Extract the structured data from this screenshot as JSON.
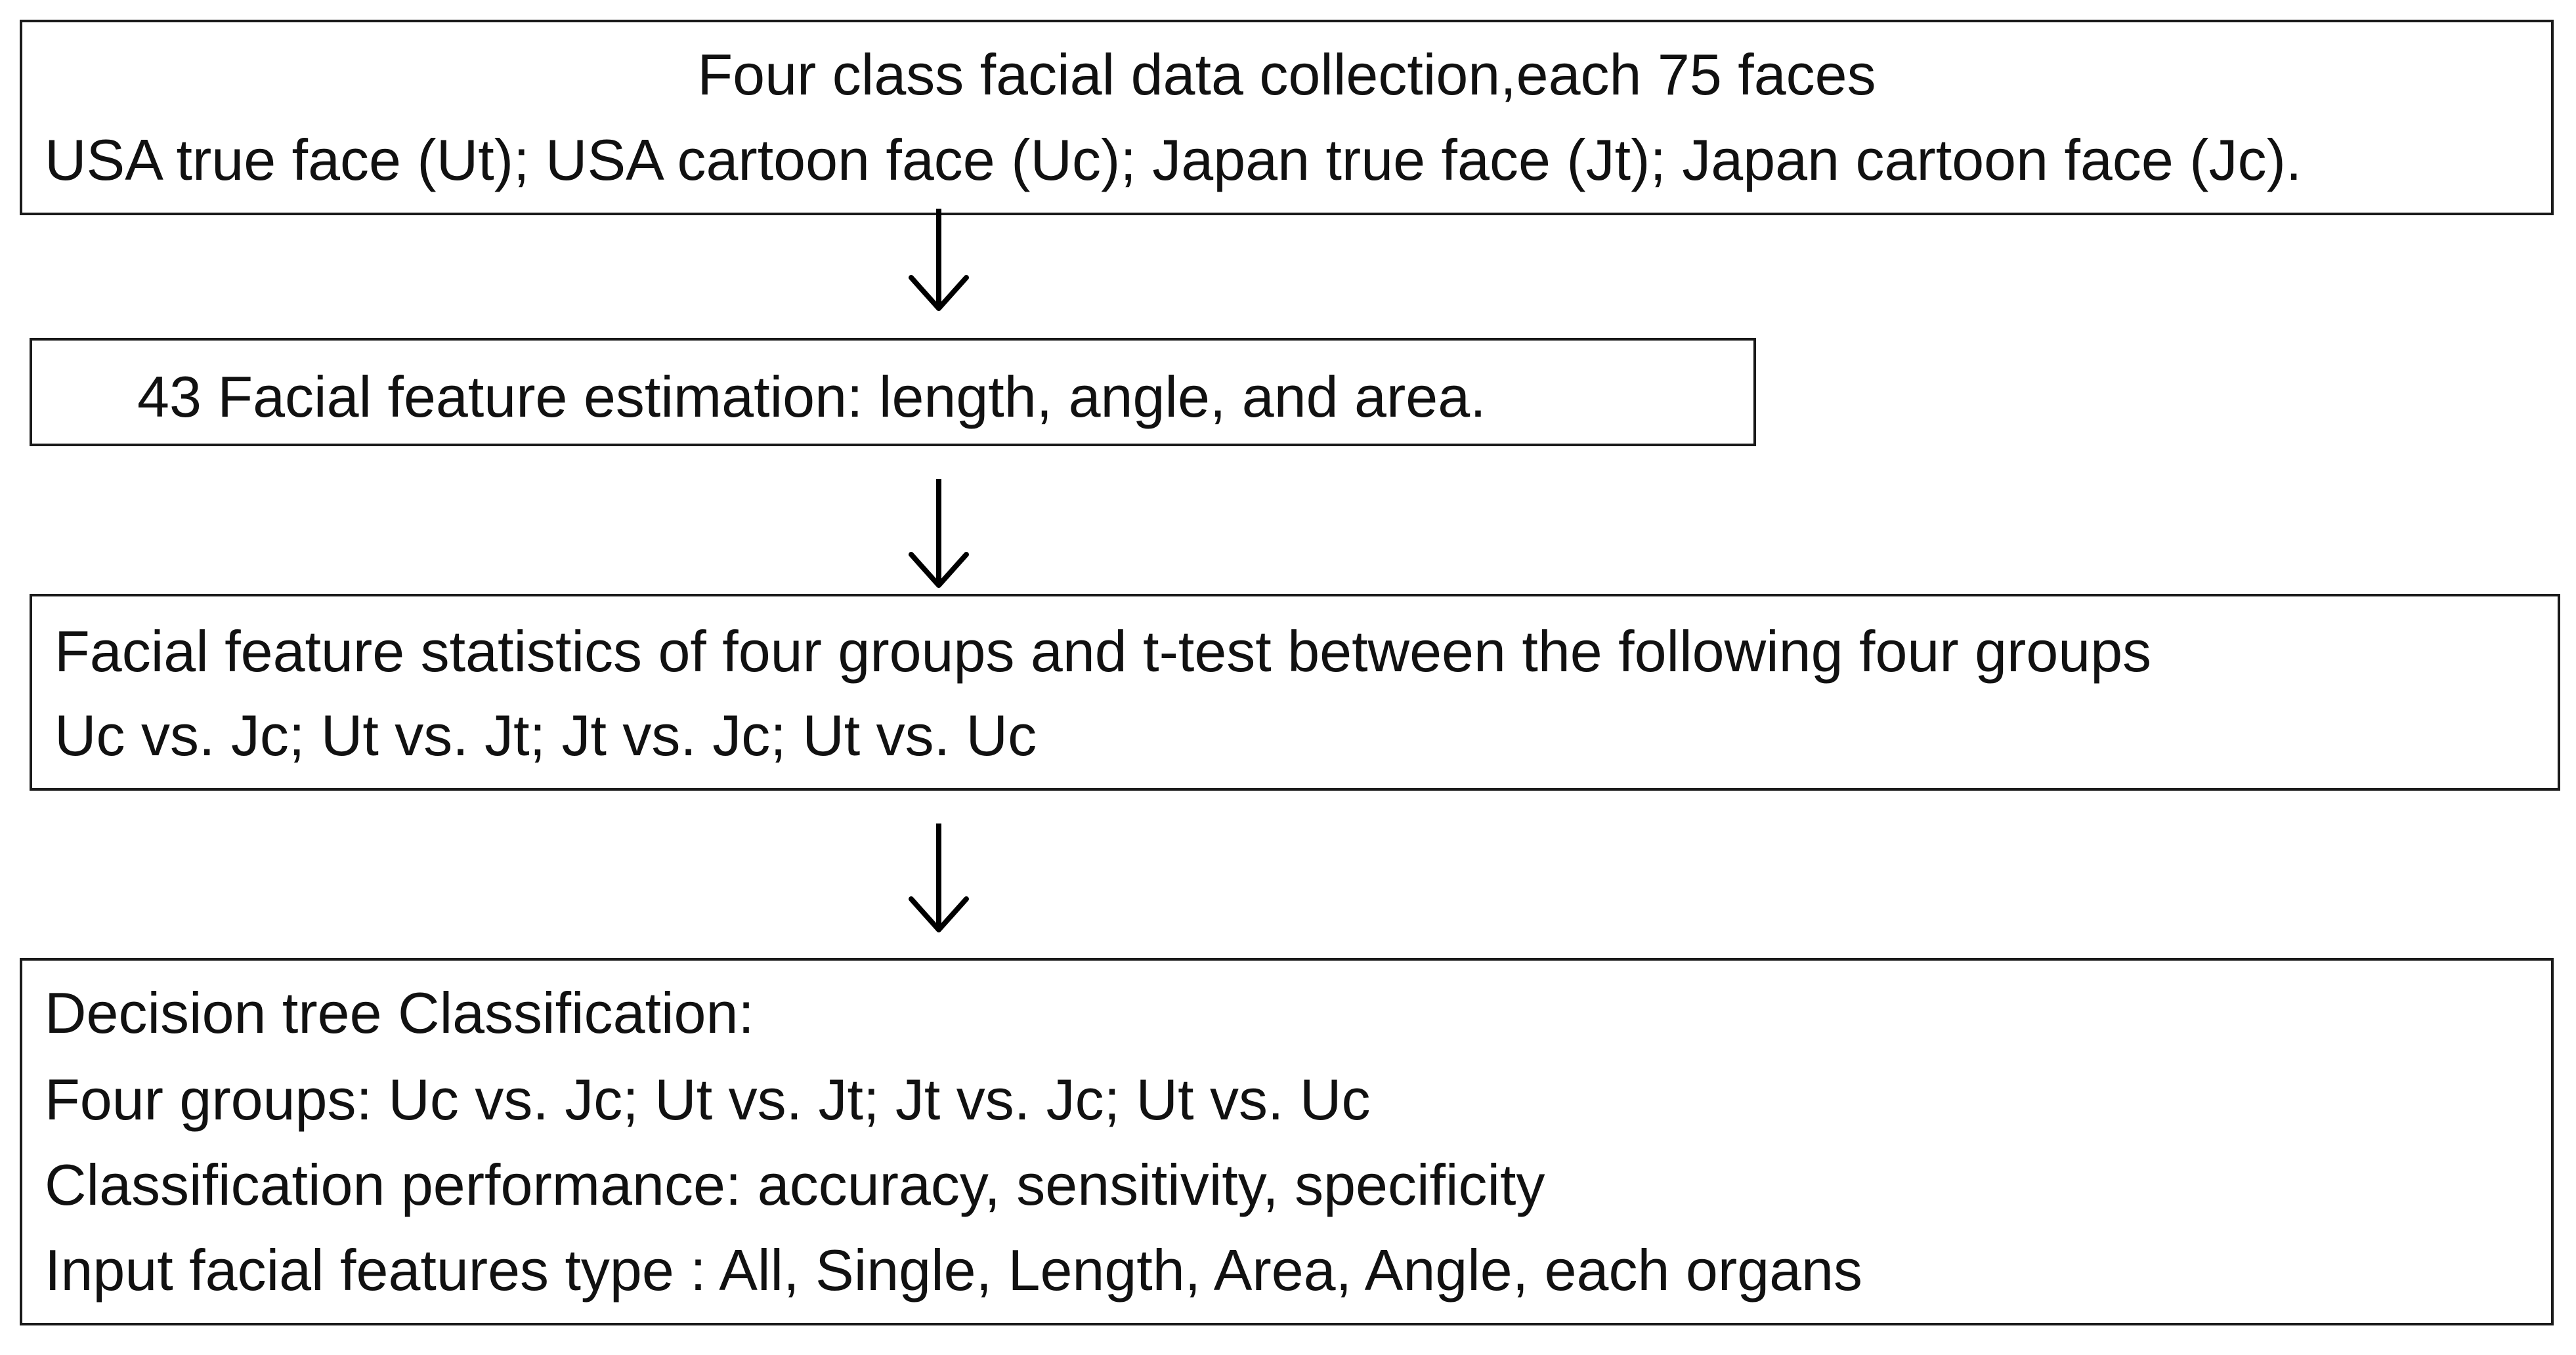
{
  "steps": [
    {
      "lines": [
        "Four class facial data collection,each 75 faces",
        "USA true face (Ut); USA cartoon face (Uc); Japan true face (Jt); Japan cartoon face (Jc)."
      ]
    },
    {
      "lines": [
        "43 Facial feature estimation: length, angle, and area."
      ]
    },
    {
      "lines": [
        "Facial feature statistics of four groups and t-test between the following four groups",
        "Uc vs. Jc; Ut vs. Jt; Jt vs. Jc; Ut vs. Uc"
      ]
    },
    {
      "lines": [
        "Decision tree Classification:",
        "Four groups: Uc vs. Jc; Ut vs. Jt; Jt vs. Jc; Ut vs. Uc",
        "Classification performance: accuracy, sensitivity, specificity",
        "Input facial features type : All, Single, Length, Area, Angle, each organs"
      ]
    }
  ],
  "colors": {
    "border": "#1a1a1a",
    "text": "#111111",
    "arrow": "#000000",
    "background": "#ffffff"
  }
}
